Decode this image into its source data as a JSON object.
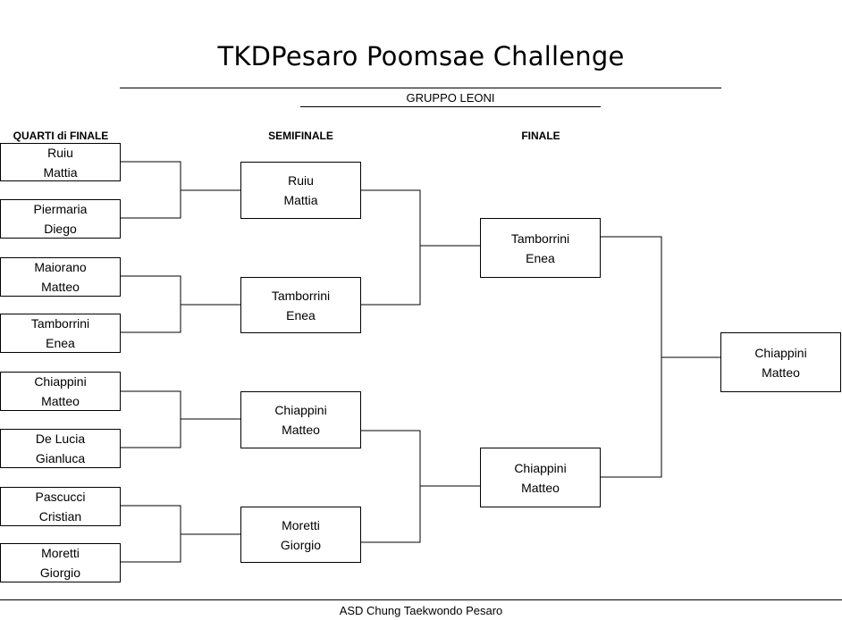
{
  "title": "TKDPesaro Poomsae Challenge",
  "subtitle": "GRUPPO LEONI",
  "headers": {
    "quarterfinal": "QUARTI di FINALE",
    "semifinal": "SEMIFINALE",
    "final": "FINALE"
  },
  "quarterfinal": [
    {
      "surname": "Ruiu",
      "name": "Mattia"
    },
    {
      "surname": "Piermaria",
      "name": "Diego"
    },
    {
      "surname": "Maiorano",
      "name": "Matteo"
    },
    {
      "surname": "Tamborrini",
      "name": "Enea"
    },
    {
      "surname": "Chiappini",
      "name": "Matteo"
    },
    {
      "surname": "De Lucia",
      "name": "Gianluca"
    },
    {
      "surname": "Pascucci",
      "name": "Cristian"
    },
    {
      "surname": "Moretti",
      "name": "Giorgio"
    }
  ],
  "semifinal": [
    {
      "surname": "Ruiu",
      "name": "Mattia"
    },
    {
      "surname": "Tamborrini",
      "name": "Enea"
    },
    {
      "surname": "Chiappini",
      "name": "Matteo"
    },
    {
      "surname": "Moretti",
      "name": "Giorgio"
    }
  ],
  "final": [
    {
      "surname": "Tamborrini",
      "name": "Enea"
    },
    {
      "surname": "Chiappini",
      "name": "Matteo"
    }
  ],
  "winner": {
    "surname": "Chiappini",
    "name": "Matteo"
  },
  "footer": "ASD Chung Taekwondo Pesaro"
}
